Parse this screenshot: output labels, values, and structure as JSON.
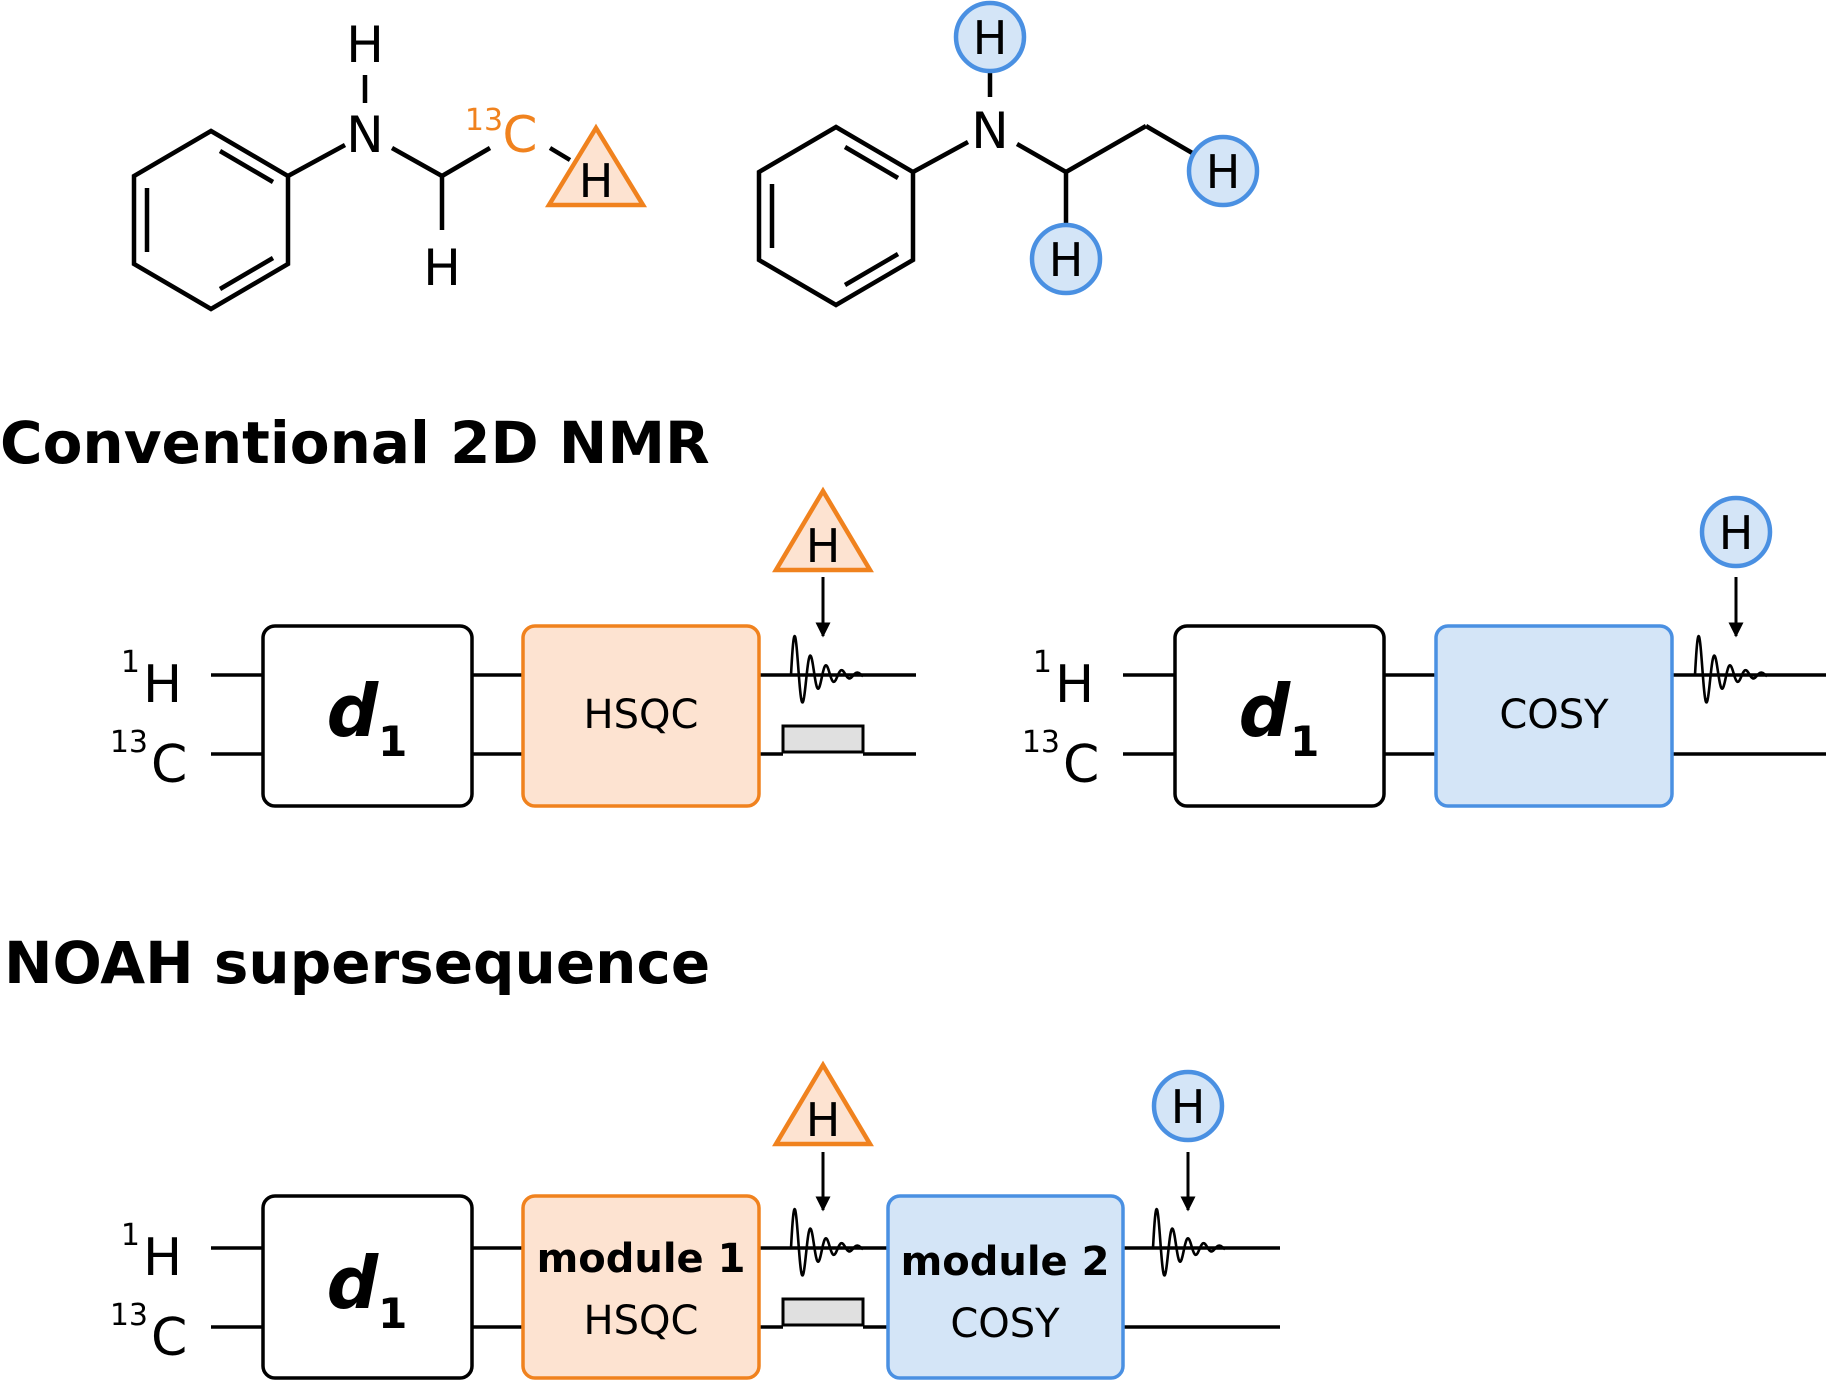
{
  "colors": {
    "orange": "#f0821e",
    "orange_fill": "#fde3d1",
    "blue": "#4a90e2",
    "blue_fill": "#d4e5f7",
    "gray_fill": "#e0e0e0"
  },
  "molecules": {
    "left": {
      "n_label": "N",
      "h_labels": [
        "H",
        "H"
      ],
      "c13_mass": "13",
      "c13_symbol": "C",
      "highlight_h": "H",
      "highlight_shape": "triangle"
    },
    "right": {
      "n_label": "N",
      "highlight_h": [
        "H",
        "H",
        "H"
      ],
      "highlight_shape": "circle"
    }
  },
  "sections": {
    "conventional_title": "Conventional 2D NMR",
    "noah_title": "NOAH supersequence"
  },
  "channels": {
    "h_mass": "1",
    "h_symbol": "H",
    "c_mass": "13",
    "c_symbol": "C"
  },
  "delay": {
    "main": "d",
    "subscript": "1"
  },
  "conventional": {
    "hsqc_label": "HSQC",
    "hsqc_marker": "H",
    "cosy_label": "COSY",
    "cosy_marker": "H"
  },
  "noah": {
    "module1_title": "module 1",
    "module1_label": "HSQC",
    "module1_marker": "H",
    "module2_title": "module 2",
    "module2_label": "COSY",
    "module2_marker": "H"
  }
}
